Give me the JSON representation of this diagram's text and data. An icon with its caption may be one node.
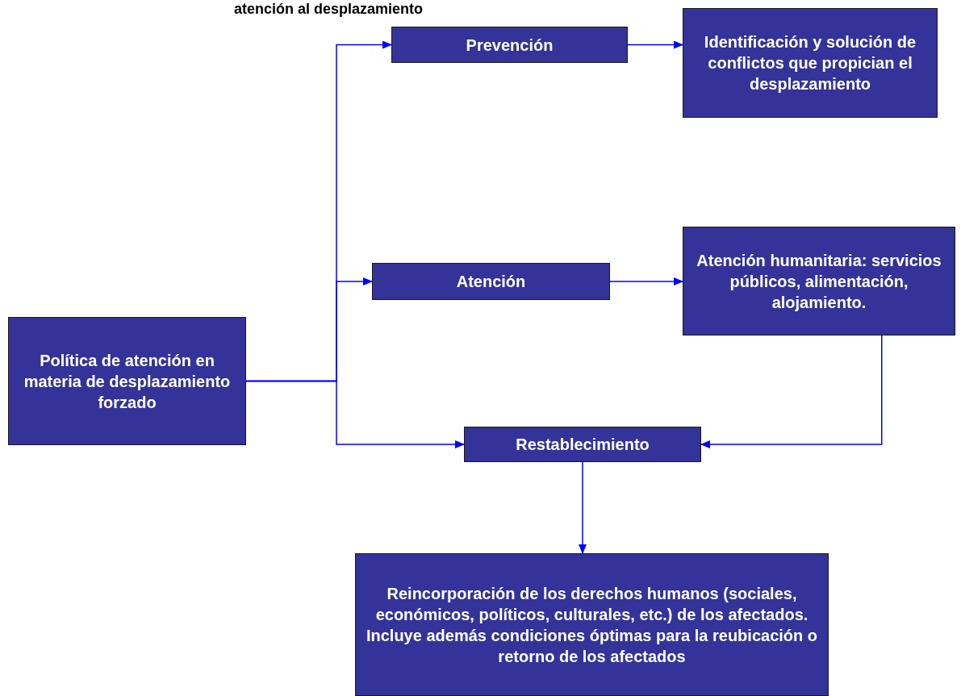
{
  "diagram": {
    "title": "atención al desplazamiento",
    "nodes": [
      {
        "text": [
          "Política de atención en materia de desplazamiento forzado"
        ]
      },
      {
        "text": [
          "Prevención"
        ]
      },
      {
        "text": [
          "Identificación y solución de conflictos que propician el desplazamiento"
        ]
      },
      {
        "text": [
          "Atención"
        ]
      },
      {
        "text": [
          "Atención humanitaria: servicios públicos, alimentación, alojamiento."
        ]
      },
      {
        "text": [
          "Restablecimiento"
        ]
      },
      {
        "text": [
          "Reincorporación de los derechos humanos (sociales, económicos, políticos, culturales, etc.) de los afectados. Incluye además condiciones óptimas para la reubicación o retorno de los afectados"
        ]
      }
    ],
    "edges": [
      {
        "from": 0,
        "to": 1,
        "arrow": "to"
      },
      {
        "from": 0,
        "to": 3,
        "arrow": "to"
      },
      {
        "from": 0,
        "to": 5,
        "arrow": "to"
      },
      {
        "from": 1,
        "to": 2,
        "arrow": "to"
      },
      {
        "from": 3,
        "to": 4,
        "arrow": "to"
      },
      {
        "from": 4,
        "to": 5,
        "arrow": "to"
      },
      {
        "from": 5,
        "to": 6,
        "arrow": "to"
      }
    ]
  }
}
